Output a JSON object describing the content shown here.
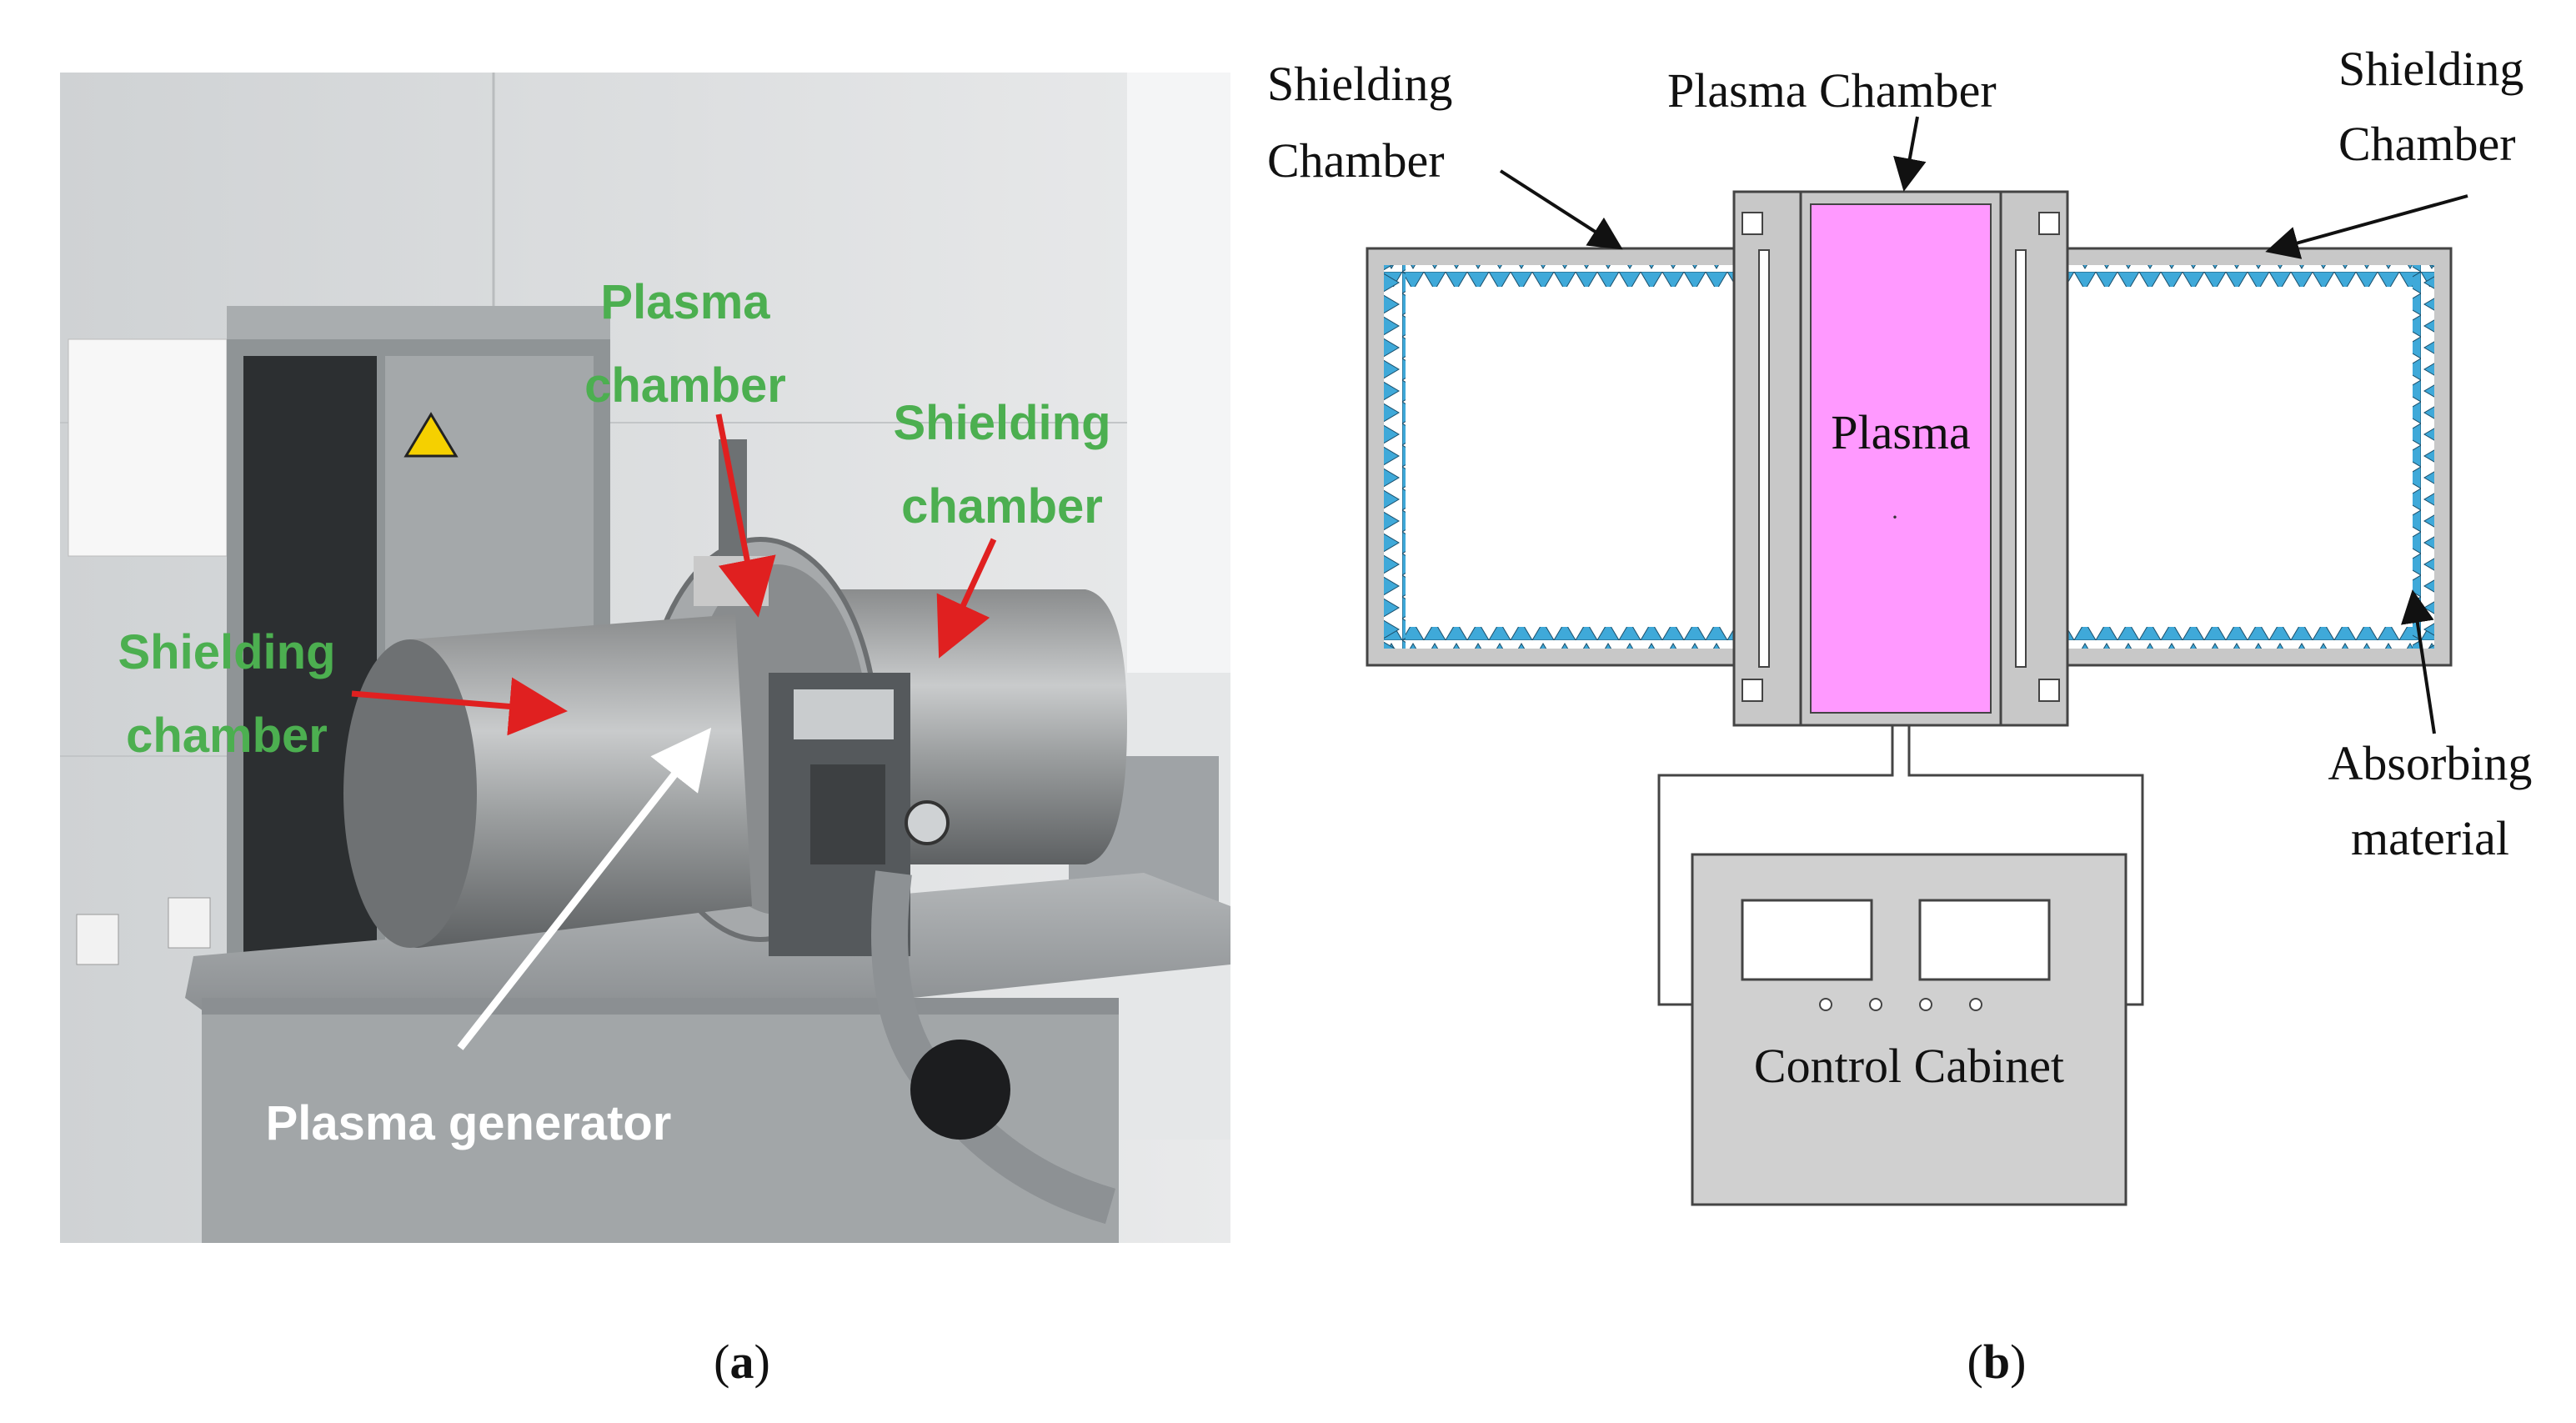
{
  "panel_a": {
    "labels": {
      "plasma_chamber_1": "Plasma",
      "plasma_chamber_2": "chamber",
      "shielding_right_1": "Shielding",
      "shielding_right_2": "chamber",
      "shielding_left_1": "Shielding",
      "shielding_left_2": "chamber",
      "generator": "Plasma generator"
    },
    "colors": {
      "label_green": "#4caf50",
      "arrow_red": "#e02020",
      "arrow_white": "#ffffff"
    }
  },
  "panel_b": {
    "labels": {
      "shielding_left_1": "Shielding",
      "shielding_left_2": "Chamber",
      "plasma_chamber": "Plasma Chamber",
      "shielding_right_1": "Shielding",
      "shielding_right_2": "Chamber",
      "plasma": "Plasma",
      "absorbing_1": "Absorbing",
      "absorbing_2": "material",
      "control_cabinet": "Control Cabinet"
    },
    "colors": {
      "plasma_fill": "#ff99ff",
      "absorber": "#3fa9d9",
      "frame_gray": "#c8c8c8",
      "cabinet_gray": "#d0d0d0"
    }
  },
  "captions": {
    "a_open": "(",
    "a_letter": "a",
    "a_close": ")",
    "b_open": "(",
    "b_letter": "b",
    "b_close": ")"
  }
}
